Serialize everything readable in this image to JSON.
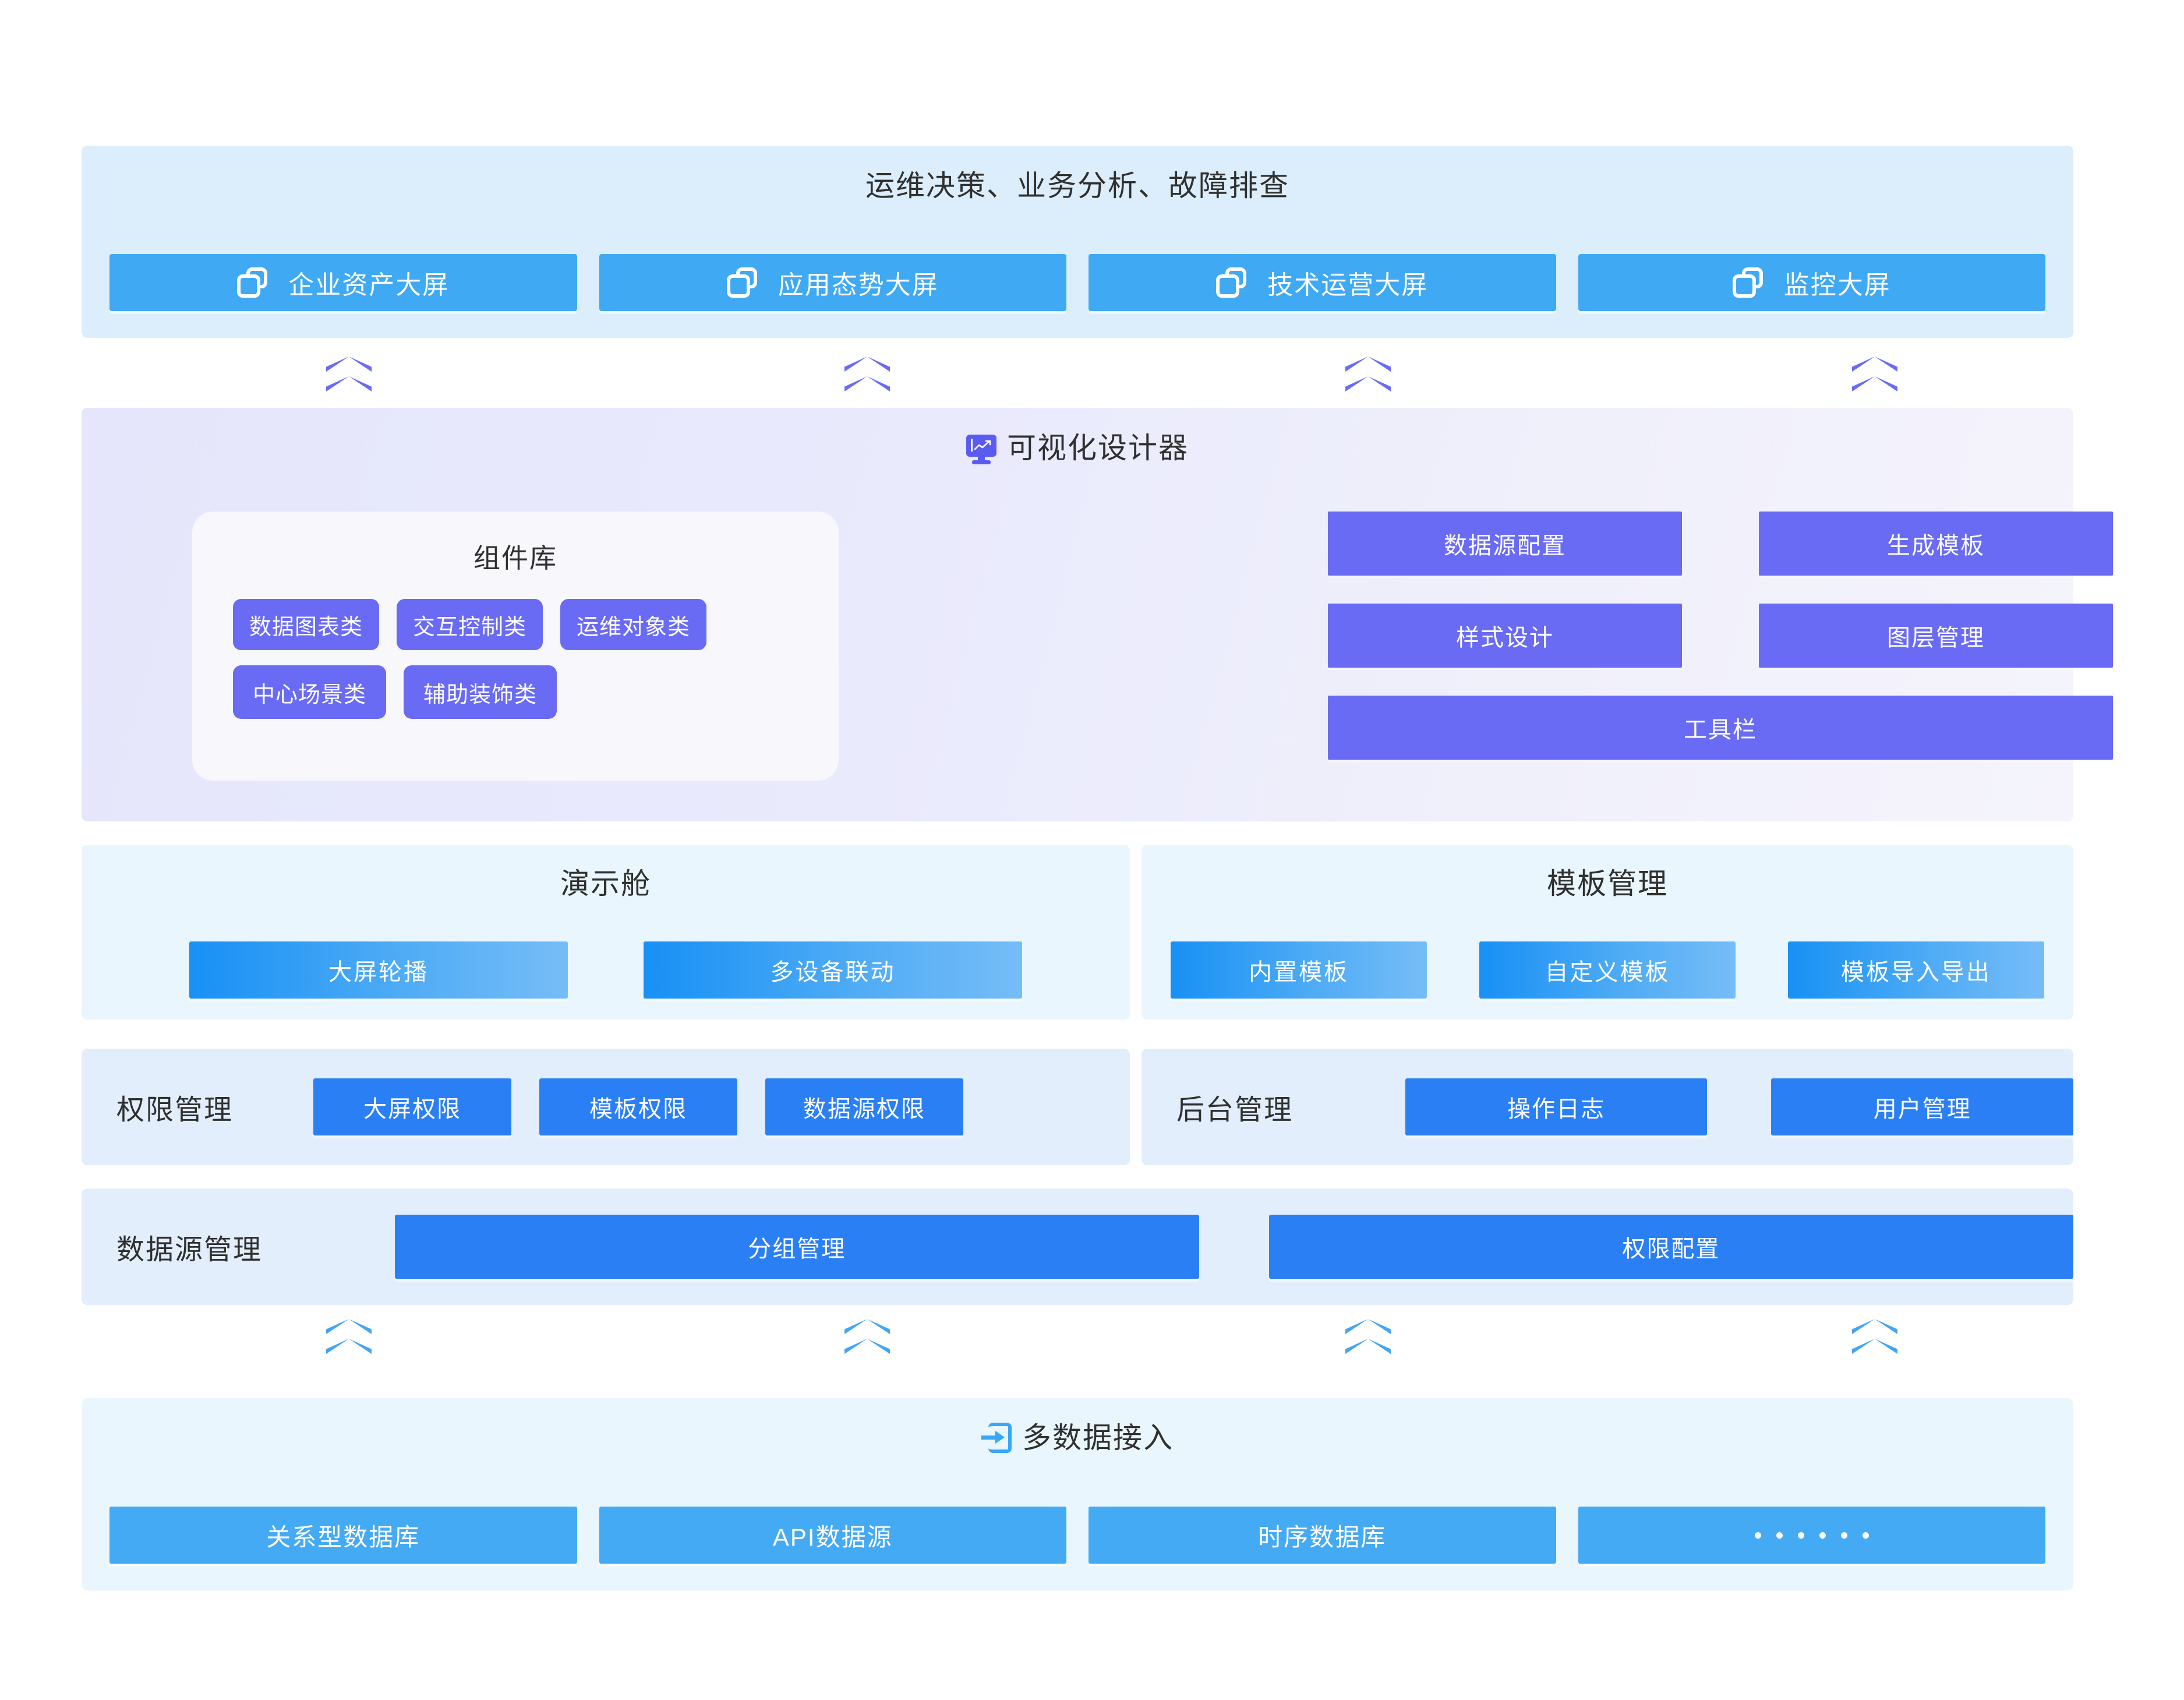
{
  "scenario": {
    "title": "运维决策、业务分析、故障排查",
    "cards": [
      {
        "label": "企业资产大屏",
        "icon": "stacked-windows-icon"
      },
      {
        "label": "应用态势大屏",
        "icon": "stacked-windows-icon"
      },
      {
        "label": "技术运营大屏",
        "icon": "stacked-windows-icon"
      },
      {
        "label": "监控大屏",
        "icon": "stacked-windows-icon"
      }
    ]
  },
  "designer": {
    "title": "可视化设计器",
    "icon": "monitor-chart-icon",
    "component_library": {
      "title": "组件库",
      "row1": [
        "数据图表类",
        "交互控制类",
        "运维对象类"
      ],
      "row2": [
        "中心场景类",
        "辅助装饰类"
      ]
    },
    "tools": {
      "datasource": "数据源配置",
      "template": "生成模板",
      "style": "样式设计",
      "layer": "图层管理",
      "toolbar": "工具栏"
    }
  },
  "demo": {
    "title": "演示舱",
    "buttons": [
      "大屏轮播",
      "多设备联动"
    ]
  },
  "template_mgmt": {
    "title": "模板管理",
    "buttons": [
      "内置模板",
      "自定义模板",
      "模板导入导出"
    ]
  },
  "permission": {
    "label": "权限管理",
    "buttons": [
      "大屏权限",
      "模板权限",
      "数据源权限"
    ]
  },
  "backend": {
    "label": "后台管理",
    "buttons": [
      "操作日志",
      "用户管理"
    ]
  },
  "datasource_mgmt": {
    "label": "数据源管理",
    "buttons": [
      "分组管理",
      "权限配置"
    ]
  },
  "access": {
    "title": "多数据接入",
    "icon": "login-arrow-icon",
    "cards": [
      "关系型数据库",
      "API数据源",
      "时序数据库"
    ],
    "more_placeholder": "ellipsis-dots"
  },
  "colors": {
    "scenario_bg": "#dceefc",
    "scenario_card": "#40a9f3",
    "designer_bg_start": "#e5e6fb",
    "designer_bg_end": "#f5f4fc",
    "purple": "#6a6bf4",
    "light_blue_bg": "#e9f6fd",
    "pale_blue_bg": "#e3eefc",
    "solid_blue": "#2b7ff5",
    "access_card": "#45aaf4",
    "chevron_purple": "#6a6bf4",
    "chevron_blue": "#42a5f5",
    "text_dark": "#303030"
  }
}
